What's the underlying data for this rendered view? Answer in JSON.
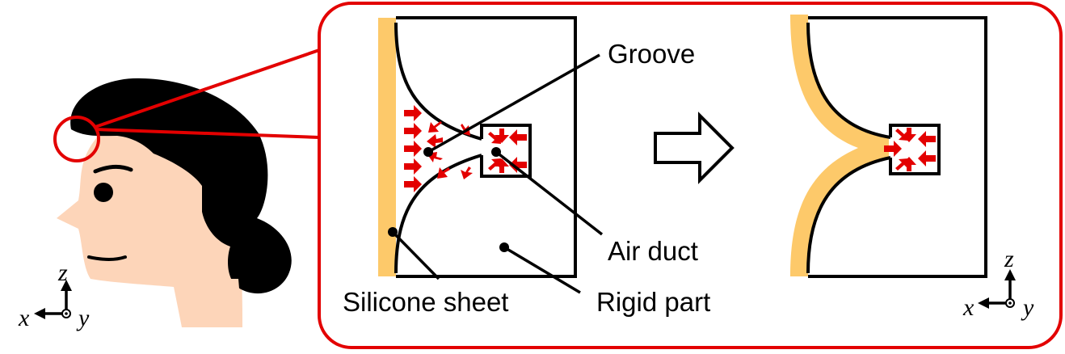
{
  "labels": {
    "groove": "Groove",
    "air_duct": "Air duct",
    "rigid_part": "Rigid part",
    "silicone_sheet": "Silicone sheet"
  },
  "axes_left": {
    "z": "z",
    "x": "x",
    "y": "y"
  },
  "axes_right": {
    "z": "z",
    "x": "x",
    "y": "y"
  },
  "colors": {
    "highlight_red": "#e30000",
    "silicone": "#fdc96a",
    "skin": "#fdd5b9",
    "hair": "#000000",
    "outline": "#000000"
  },
  "icons": [
    "head-icon",
    "state-transition-arrow-icon",
    "pressure-arrow-icon"
  ]
}
